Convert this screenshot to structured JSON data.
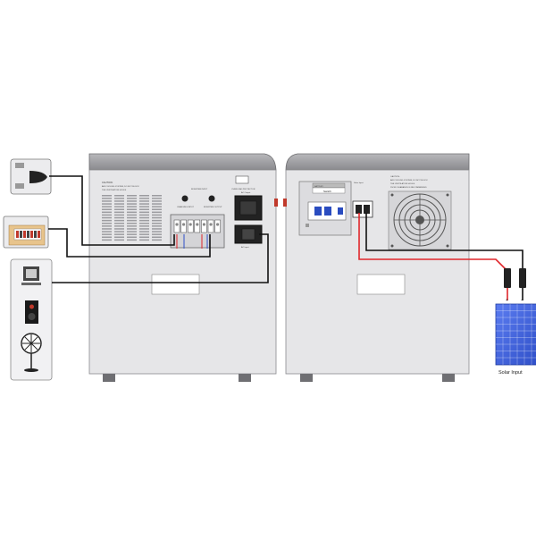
{
  "left_unit": {
    "caution_lines": [
      "CAUTION:",
      "AIR COOLING SYSTEM, DO NOT BLOCK",
      "THE VENTILATION HOLES"
    ],
    "terminal_label_left": "CHARGING INPUT",
    "terminal_label_mid": "INVERTER INPUT",
    "terminal_label_right": "INVERTER OUTPUT",
    "ac_output_label": "AC Output",
    "ac_input_label": "AC Input",
    "breaker_label": "OVERLOAD PROTECTOR"
  },
  "right_unit": {
    "breaker_tag_left": "BATTERY",
    "breaker_tag_right": "Switch",
    "solar_input_label": "Solar Input",
    "caution_lines": [
      "CAUTION:",
      "AIR COOLING SYSTEM, DO NOT BLOCK",
      "THE VENTILATION HOLES",
      "25CM CLEARANCE IS RECOMMENDED"
    ]
  },
  "solar_panel": {
    "label": "Solar Input",
    "plus": "+",
    "minus": "-"
  },
  "colors": {
    "cabinet": "#e6e6e8",
    "cabinet_top": "#9a9a9d",
    "wire_black": "#111111",
    "wire_red": "#e0262b",
    "panel_blue": "#3b5fd6"
  }
}
